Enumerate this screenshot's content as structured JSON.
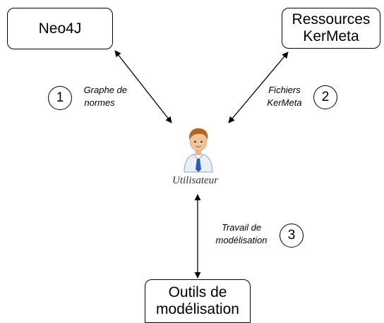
{
  "nodes": {
    "neo4j": {
      "label": "Neo4J"
    },
    "ressources": {
      "line1": "Ressources",
      "line2": "KerMeta"
    },
    "outils": {
      "line1": "Outils de",
      "line2": "modélisation"
    },
    "user": {
      "label": "Utilisateur",
      "icon": "user-person-icon"
    }
  },
  "edges": [
    {
      "number": "1",
      "label_line1": "Graphe de",
      "label_line2": "normes"
    },
    {
      "number": "2",
      "label_line1": "Fichiers",
      "label_line2": "KerMeta"
    },
    {
      "number": "3",
      "label_line1": "Travail de",
      "label_line2": "modélisation"
    }
  ],
  "colors": {
    "line": "#000000",
    "skin": "#f2c49a",
    "hair": "#b5651d",
    "shirt": "#e9eef8",
    "tie": "#2a5db0"
  }
}
